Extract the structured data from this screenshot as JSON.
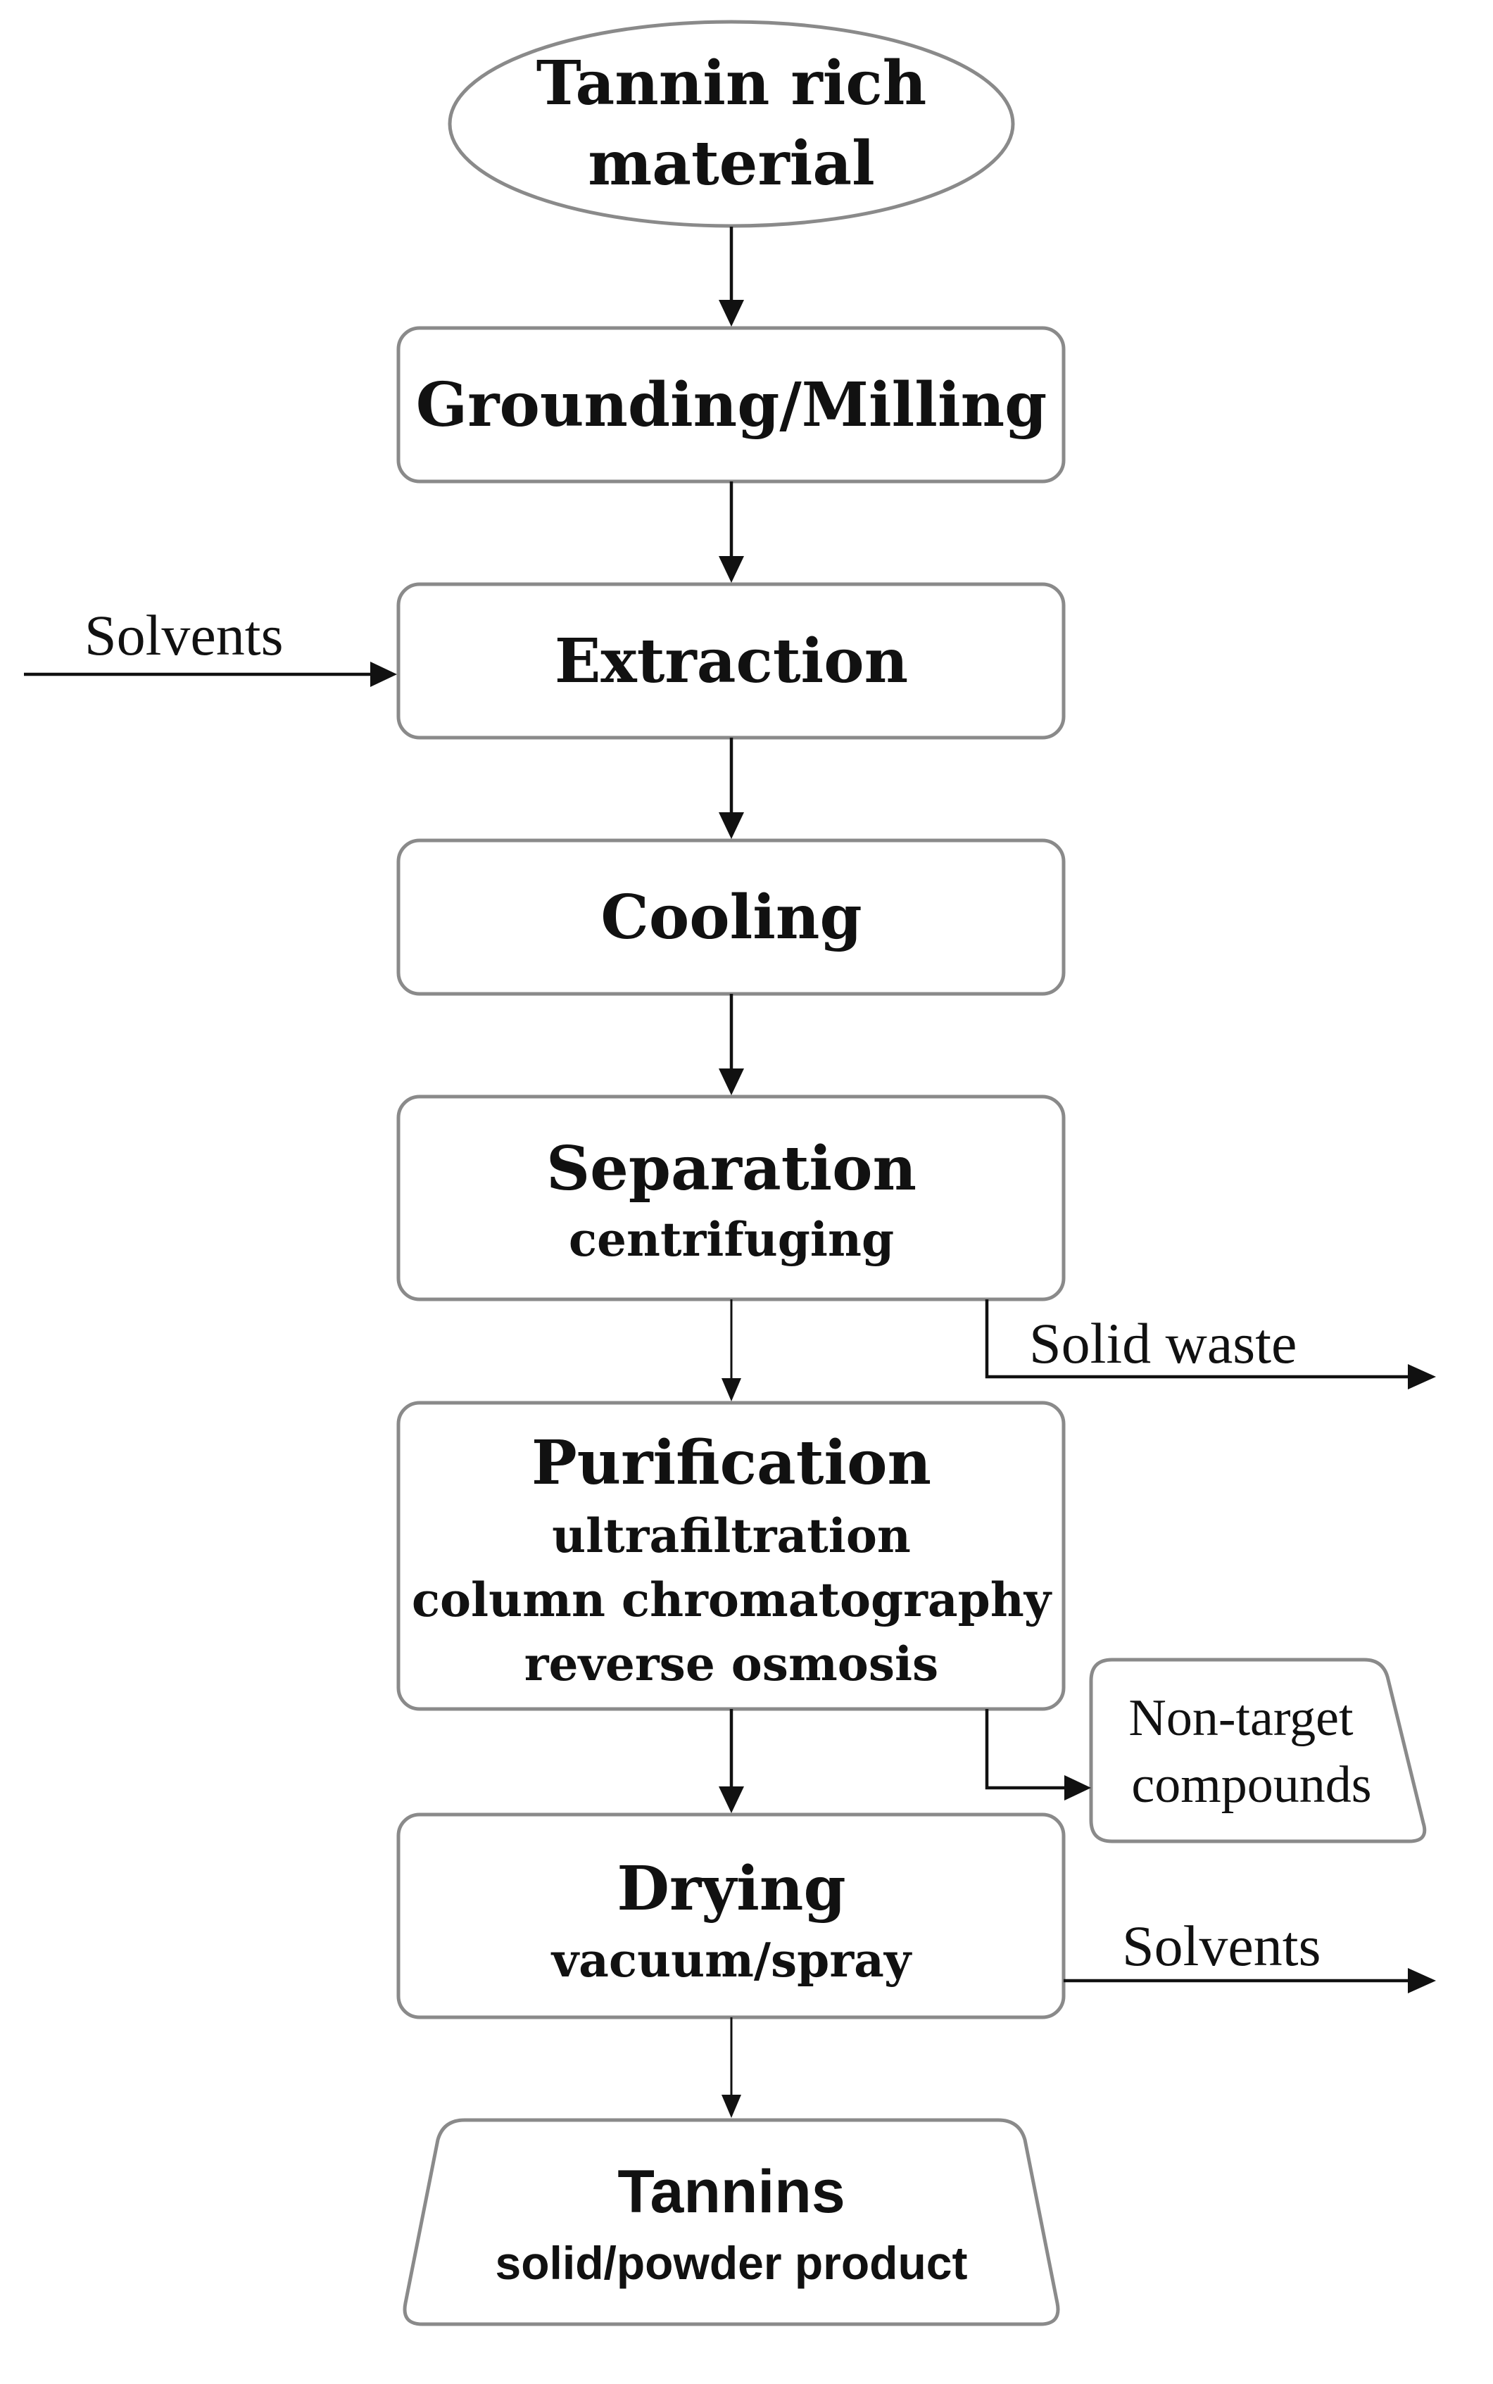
{
  "nodes": {
    "start": {
      "line1": "Tannin rich",
      "line2": "material"
    },
    "grounding": {
      "title": "Grounding/Milling"
    },
    "extraction": {
      "title": "Extraction"
    },
    "cooling": {
      "title": "Cooling"
    },
    "separation": {
      "title": "Separation",
      "methods": [
        "centrifuging"
      ]
    },
    "purification": {
      "title": "Purification",
      "methods": [
        "ultrafiltration",
        "column chromatography",
        "reverse osmosis"
      ]
    },
    "drying": {
      "title": "Drying",
      "methods": [
        "vacuum/spray"
      ]
    },
    "product": {
      "title": "Tannins",
      "subtitle": "solid/powder product"
    }
  },
  "side_flows": {
    "solvents_in": "Solvents",
    "solid_waste": "Solid waste",
    "non_target": {
      "line1": "Non-target",
      "line2": "compounds"
    },
    "solvents_out": "Solvents"
  },
  "colors": {
    "box_border": "#8a8a8a",
    "arrow": "#111111",
    "text": "#111111"
  }
}
